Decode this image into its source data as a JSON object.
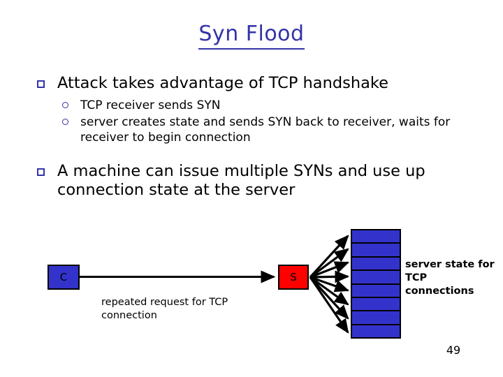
{
  "slide": {
    "title": "Syn Flood",
    "page_number": "49",
    "title_color": "#3333AA",
    "bullet_marker_color": "#3333AA",
    "background_color": "#FFFFFF"
  },
  "bullets": [
    {
      "marker": "square-outline",
      "text": "Attack takes advantage of TCP handshake",
      "children": [
        {
          "marker": "circle-outline",
          "text": "TCP receiver sends SYN"
        },
        {
          "marker": "circle-outline",
          "text": "server creates state and sends SYN back to receiver, waits for receiver to begin connection"
        }
      ]
    },
    {
      "marker": "square-outline",
      "text": "A machine can issue multiple SYNs and use up connection state at the server",
      "children": []
    }
  ],
  "diagram": {
    "client": {
      "label": "C",
      "color": "#3333CC",
      "border_color": "#000000"
    },
    "server": {
      "label": "S",
      "color": "#FF0000",
      "border_color": "#000000"
    },
    "request_caption": "repeated request for TCP connection",
    "state_caption": "server state for TCP connections",
    "state_stack": {
      "cell_count": 8,
      "cell_color": "#3333CC",
      "border_color": "#000000"
    },
    "arrow_count": 8,
    "arrow_color": "#000000"
  }
}
